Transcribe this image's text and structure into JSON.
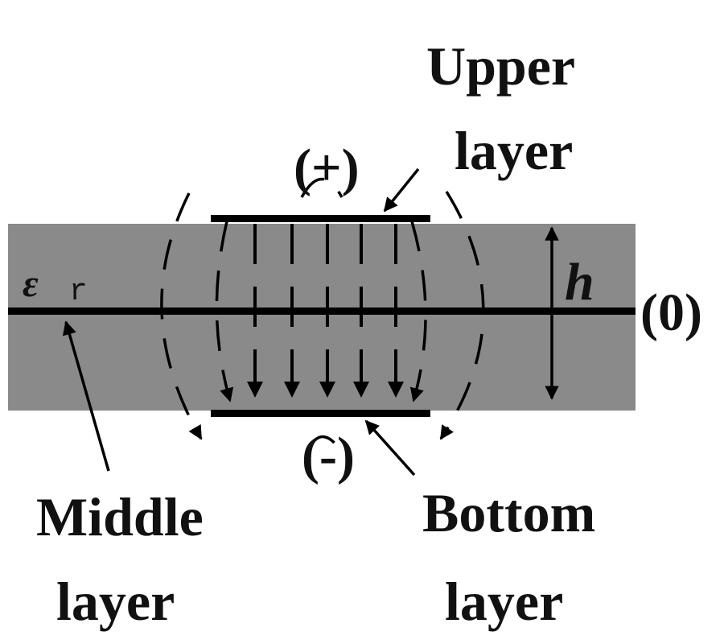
{
  "labels": {
    "upper_layer_1": "Upper",
    "upper_layer_2": "layer",
    "plus": "(+)",
    "minus": "(-)",
    "zero": "(0)",
    "h": "h",
    "epsilon": "ε",
    "epsilon_sub": "r",
    "middle_layer_1": "Middle",
    "middle_layer_2": "layer",
    "bottom_layer_1": "Bottom",
    "bottom_layer_2": "layer"
  },
  "colors": {
    "substrate": "#8a8a8a",
    "conductor": "#000000"
  }
}
